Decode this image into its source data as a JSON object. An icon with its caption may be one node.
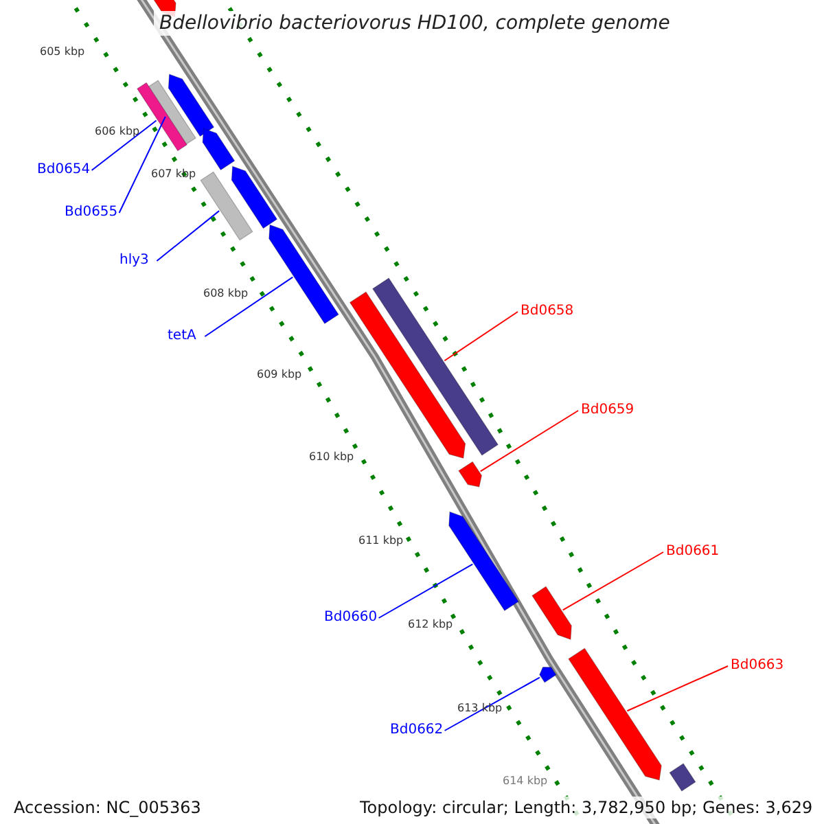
{
  "diagram": {
    "title": "Bdellovibrio bacteriovorus HD100, complete genome",
    "nodes": [
      {
        "text": [
          "Bd0654"
        ]
      },
      {
        "text": [
          "Bd0655"
        ]
      },
      {
        "text": [
          "hly3"
        ]
      },
      {
        "text": [
          "Bd0658"
        ]
      },
      {
        "text": [
          "tetA"
        ]
      },
      {
        "text": [
          "Bd0659"
        ]
      },
      {
        "text": [
          "Bd0661"
        ]
      },
      {
        "text": [
          "Bd0660"
        ]
      },
      {
        "text": [
          "Bd0663"
        ]
      },
      {
        "text": [
          "Bd0662"
        ]
      },
      {
        "text": [],
        "shape": "bar"
      },
      {
        "text": [],
        "shape": "bar"
      },
      {
        "text": [],
        "shape": "bar"
      },
      {
        "text": [],
        "shape": "bar"
      },
      {
        "text": [],
        "shape": "bar"
      },
      {
        "text": [],
        "shape": "bar"
      },
      {
        "text": [],
        "shape": "bar"
      },
      {
        "text": [],
        "shape": "bar"
      },
      {
        "text": [],
        "shape": "bar"
      },
      {
        "text": [],
        "shape": "bar"
      },
      {
        "text": [],
        "shape": "bar"
      },
      {
        "text": [],
        "shape": "bar"
      },
      {
        "text": [],
        "shape": "bar"
      },
      {
        "text": [],
        "shape": "bar"
      },
      {
        "text": [],
        "shape": "bar"
      },
      {
        "text": [],
        "shape": "bar"
      }
    ],
    "edges": [
      {
        "from": 0,
        "to": 13,
        "arrow": "none",
        "color": "#0000ff"
      },
      {
        "from": 1,
        "to": 12,
        "arrow": "none",
        "color": "#0000ff"
      },
      {
        "from": 2,
        "to": 16,
        "arrow": "none",
        "color": "#0000ff"
      },
      {
        "from": 3,
        "to": 18,
        "arrow": "none",
        "color": "#ff0000"
      },
      {
        "from": 4,
        "to": 17,
        "arrow": "none",
        "color": "#0000ff"
      },
      {
        "from": 5,
        "to": 20,
        "arrow": "none",
        "color": "#ff0000"
      },
      {
        "from": 6,
        "to": 22,
        "arrow": "none",
        "color": "#ff0000"
      },
      {
        "from": 7,
        "to": 21,
        "arrow": "none",
        "color": "#0000ff"
      },
      {
        "from": 8,
        "to": 24,
        "arrow": "none",
        "color": "#ff0000"
      },
      {
        "from": 9,
        "to": 23,
        "arrow": "none",
        "color": "#0000ff"
      }
    ],
    "labels": [
      "605 kbp",
      "606 kbp",
      "607 kbp",
      "608 kbp",
      "609 kbp",
      "610 kbp",
      "611 kbp",
      "612 kbp",
      "613 kbp",
      "614 kbp",
      "Accession: NC_005363",
      "Topology: circular; Length: 3,782,950 bp; Genes: 3,629"
    ]
  }
}
